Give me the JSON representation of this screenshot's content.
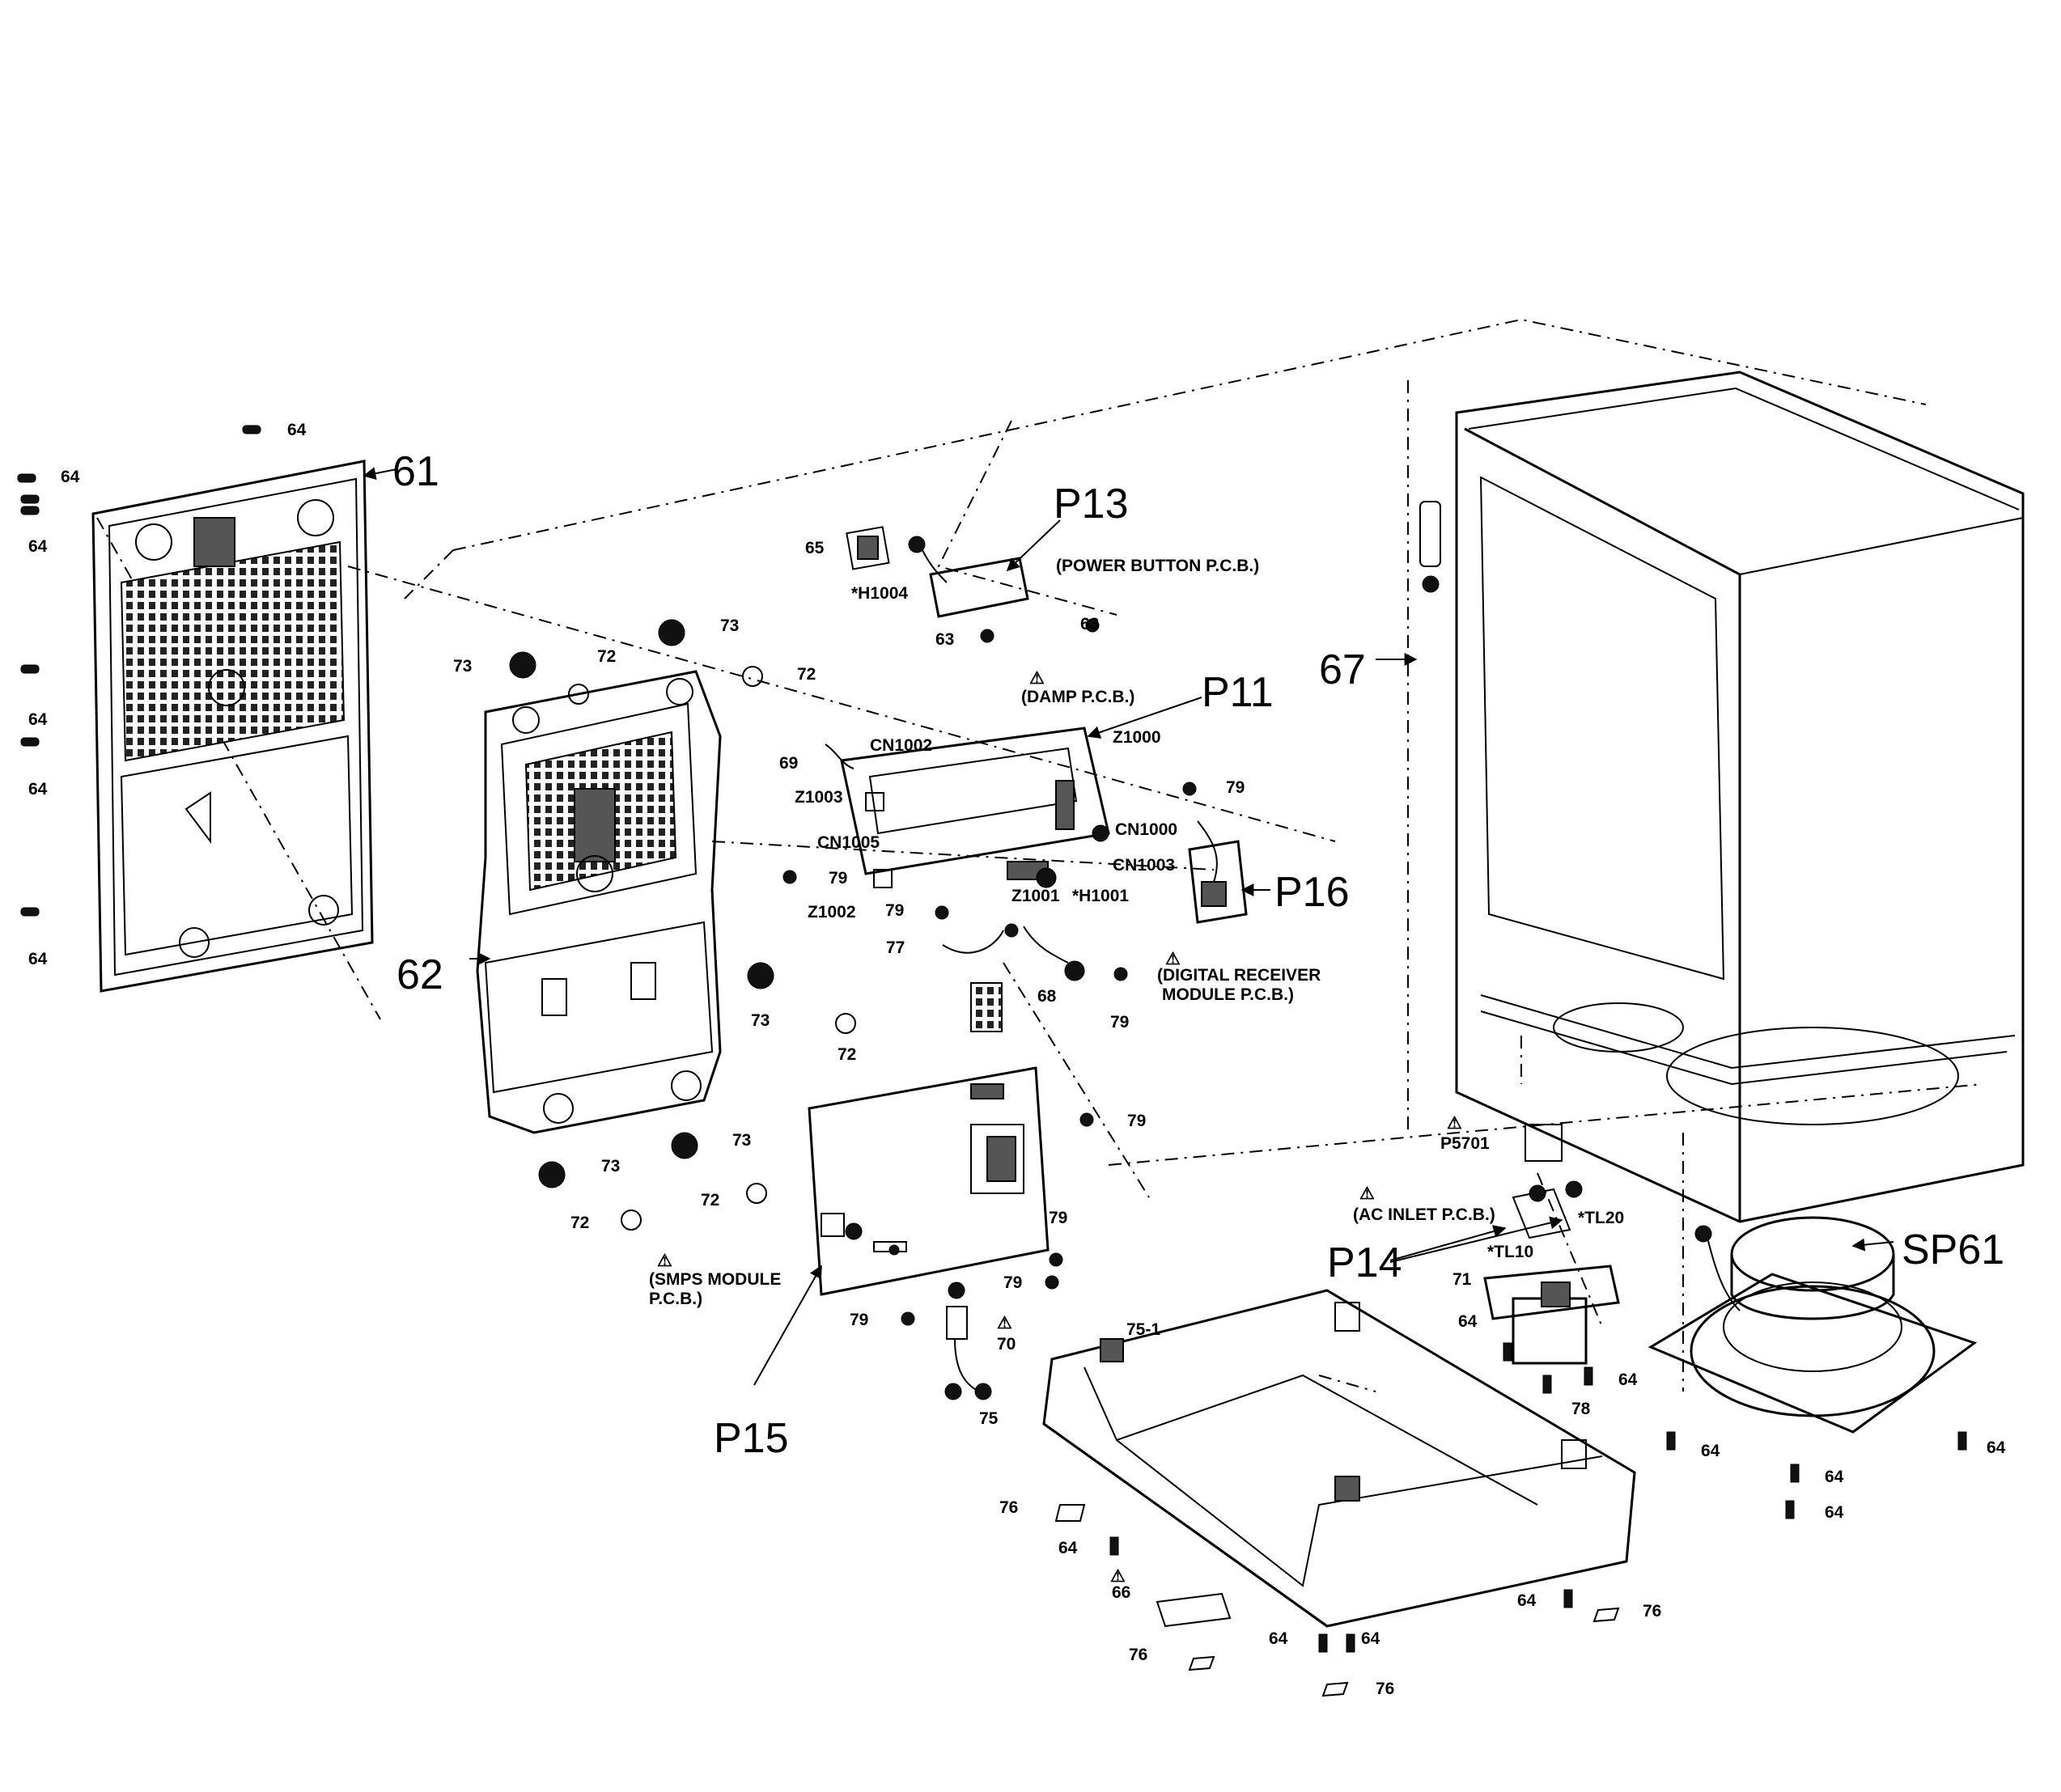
{
  "callouts": {
    "p61": "61",
    "p62": "62",
    "p67": "67",
    "sp61": "SP61",
    "p11": "P11",
    "p13": "P13",
    "p14": "P14",
    "p15": "P15",
    "p16": "P16",
    "n63": "63",
    "n64": "64",
    "n65": "65",
    "n66": "66",
    "n68": "68",
    "n69": "69",
    "n70": "70",
    "n71": "71",
    "n72": "72",
    "n73": "73",
    "n75": "75",
    "n75_1": "75-1",
    "n76": "76",
    "n77": "77",
    "n78": "78",
    "n79": "79",
    "z1000": "Z1000",
    "z1001": "Z1001",
    "z1002": "Z1002",
    "z1003": "Z1003",
    "cn1000": "CN1000",
    "cn1002": "CN1002",
    "cn1003": "CN1003",
    "cn1005": "CN1005",
    "h1001": "*H1001",
    "h1004": "*H1004",
    "tl10": "*TL10",
    "tl20": "*TL20",
    "p5701": "P5701"
  },
  "pcb_notes": {
    "power_button": "(POWER BUTTON P.C.B.)",
    "damp": "(DAMP P.C.B.)",
    "digital_receiver_1": "(DIGITAL RECEIVER",
    "digital_receiver_2": "MODULE P.C.B.)",
    "smps_1": "(SMPS MODULE",
    "smps_2": "P.C.B.)",
    "ac_inlet": "(AC INLET P.C.B.)"
  }
}
